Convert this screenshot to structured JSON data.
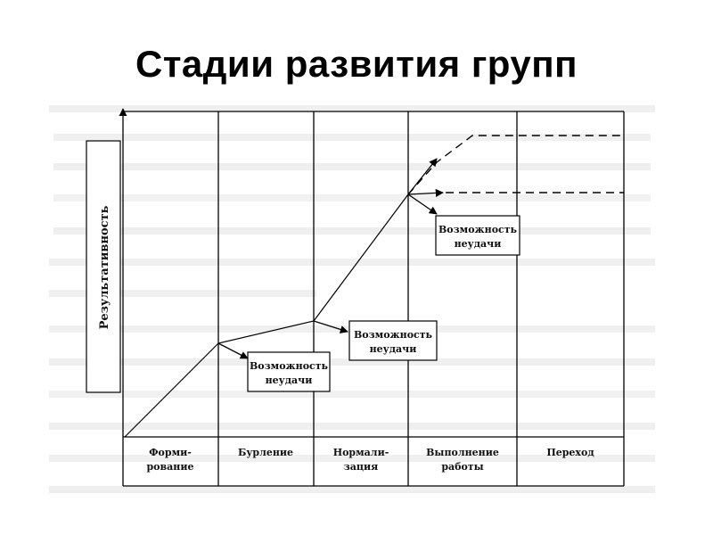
{
  "title": "Стадии развития групп",
  "diagram": {
    "y_axis_label": "Результативность",
    "phases": [
      {
        "lines": [
          "Форми-",
          "рование"
        ]
      },
      {
        "lines": [
          "Бурление"
        ]
      },
      {
        "lines": [
          "Нормали-",
          "зация"
        ]
      },
      {
        "lines": [
          "Выполнение",
          "работы"
        ]
      },
      {
        "lines": [
          "Переход"
        ]
      }
    ],
    "opportunity_boxes": [
      {
        "lines": [
          "Возможность",
          "неудачи"
        ]
      },
      {
        "lines": [
          "Возможность",
          "неудачи"
        ]
      },
      {
        "lines": [
          "Возможность",
          "неудачи"
        ]
      }
    ]
  },
  "colors": {
    "line": "#000000",
    "background": "#ffffff",
    "faint_text": "#cfcfcf"
  }
}
